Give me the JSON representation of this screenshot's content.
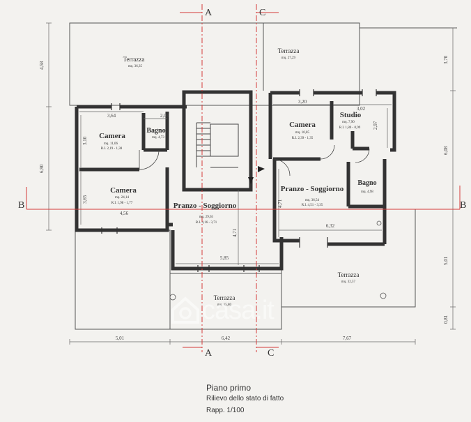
{
  "caption": {
    "title": "Piano primo",
    "subtitle": "Rilievo dello stato di fatto",
    "scale": "Rapp. 1/100"
  },
  "watermark": {
    "text": "casa.it"
  },
  "sections": {
    "a": "A",
    "b": "B",
    "c": "C"
  },
  "rooms": [
    {
      "id": "terrazza-nw",
      "name": "Terrazza",
      "area": "mq. 36,35"
    },
    {
      "id": "terrazza-ne",
      "name": "Terrazza",
      "area": "mq. 27,29"
    },
    {
      "id": "camera-1",
      "name": "Camera",
      "area": "mq. 11,06",
      "ratio": "R.I. 2,19 - 1,38"
    },
    {
      "id": "bagno-1",
      "name": "Bagno",
      "area": "mq. 4,73"
    },
    {
      "id": "camera-2",
      "name": "Camera",
      "area": "mq. 24,14",
      "ratio": "R.I. 1,98 - 1,77"
    },
    {
      "id": "pranzo-1",
      "name": "Pranzo - Soggiorno",
      "area": "mq. 29,65",
      "ratio": "R.I. 4,16 - 3,71"
    },
    {
      "id": "camera-3",
      "name": "Camera",
      "area": "mq. 10,85",
      "ratio": "R.I. 2,39 - 1,35"
    },
    {
      "id": "studio",
      "name": "Studio",
      "area": "mq. 7,90",
      "ratio": "R.I. 1,80 - 0,99"
    },
    {
      "id": "pranzo-2",
      "name": "Pranzo - Soggiorno",
      "area": "mq. 36,54",
      "ratio": "R.I. 4,51 - 3,35"
    },
    {
      "id": "bagno-2",
      "name": "Bagno",
      "area": "mq. 4,98"
    },
    {
      "id": "terrazza-s",
      "name": "Terrazza",
      "area": "mq. 15,80"
    },
    {
      "id": "terrazza-se",
      "name": "Terrazza",
      "area": "mq. 32,57"
    }
  ],
  "dimensions": {
    "left_top": "4,58",
    "left_mid": "6,90",
    "right_top": "3,70",
    "right_mid": "6,08",
    "right_low": "5,01",
    "right_bottom": "0,81",
    "bottom_1": "5,01",
    "bottom_2": "6,42",
    "bottom_3": "7,67",
    "w_camera1": "3,64",
    "w_bagno1": "2,08",
    "h_camera1": "3,10",
    "h_camera2": "3,65",
    "w_camera2": "4,56",
    "h_pranzo1": "4,71",
    "w_pranzo1": "5,85",
    "w_camera3": "3,20",
    "w_studio": "3,02",
    "h_studio": "2,97",
    "h_pranzo2": "4,71",
    "w_pranzo2": "6,32"
  }
}
